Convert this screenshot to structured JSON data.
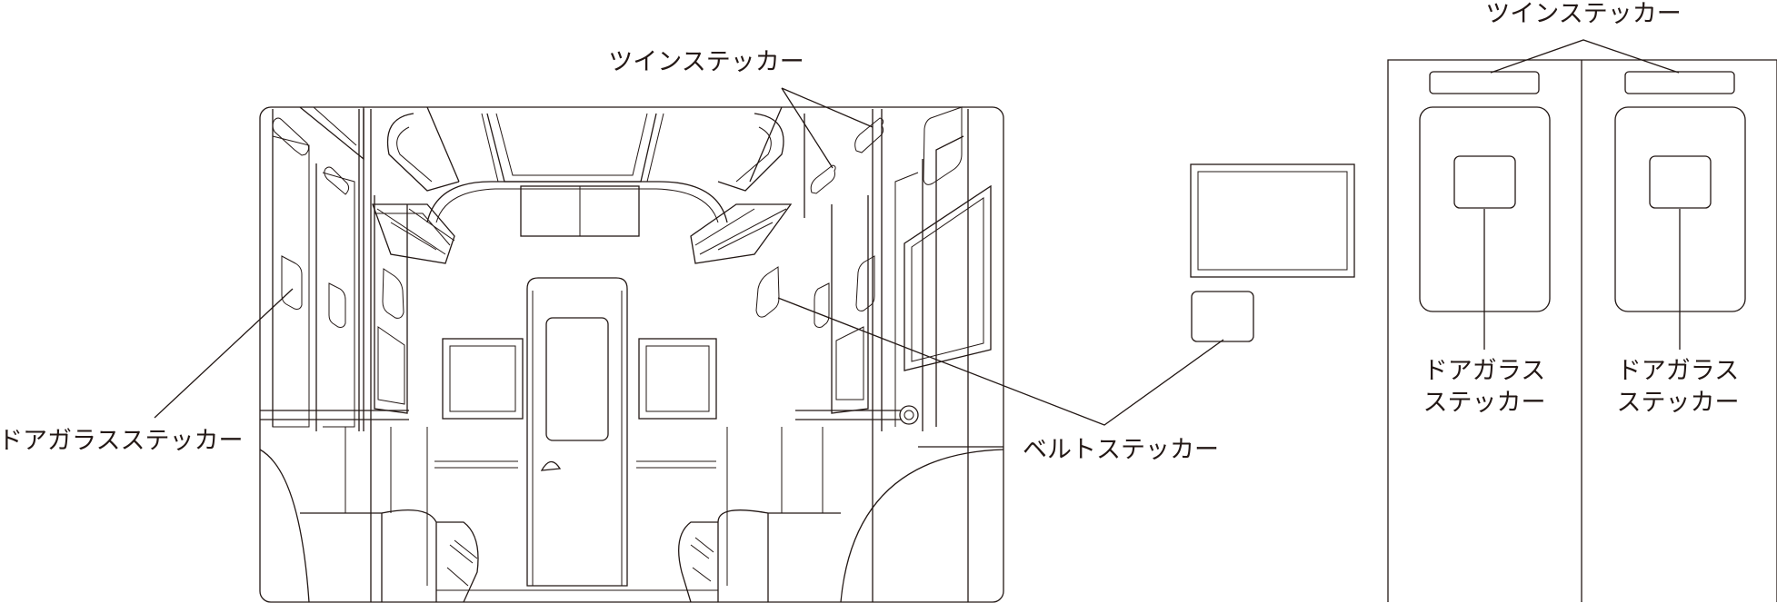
{
  "colors": {
    "twin": "#f0b4c4",
    "door_glass": "#fff000",
    "belt": "#8ccbf0",
    "line": "#231815"
  },
  "labels": {
    "twin_center": "ツインステッカー",
    "door_glass_left": "ドアガラスステッカー",
    "belt": "ベルトステッカー",
    "twin_right": "ツインステッカー",
    "door_glass_r1_line1": "ドアガラス",
    "door_glass_r1_line2": "ステッカー",
    "door_glass_r2_line1": "ドアガラス",
    "door_glass_r2_line2": "ステッカー"
  }
}
